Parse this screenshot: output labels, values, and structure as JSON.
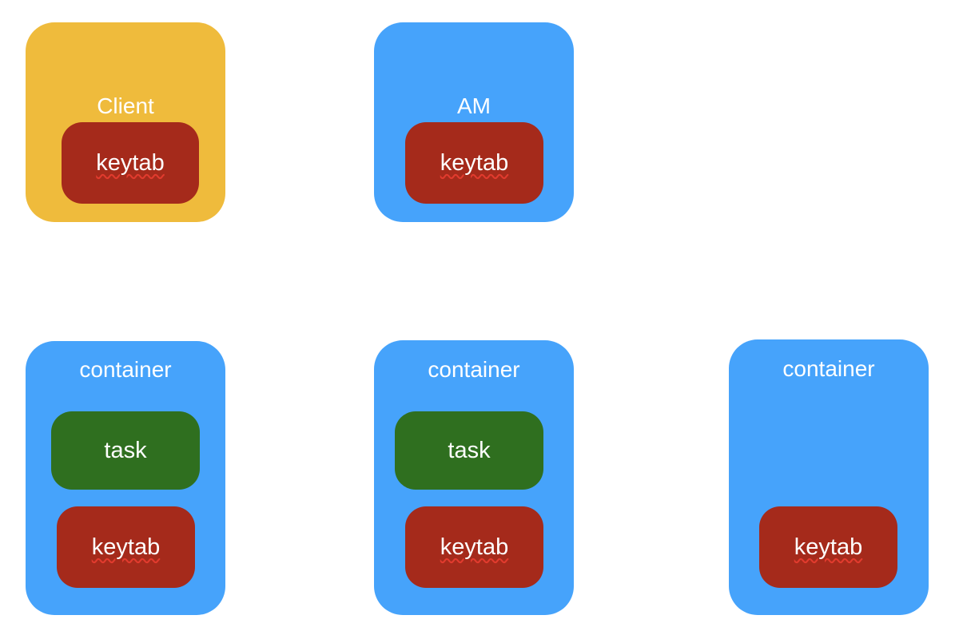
{
  "colors": {
    "client_box": "#efbb3c",
    "node_box": "#46a3fb",
    "keytab_chip": "#a52a1b",
    "task_chip": "#2f6f1f",
    "text": "#ffffff"
  },
  "client": {
    "label": "Client",
    "keytab_label": "keytab"
  },
  "am": {
    "label": "AM",
    "keytab_label": "keytab"
  },
  "containers": [
    {
      "label": "container",
      "task_label": "task",
      "keytab_label": "keytab"
    },
    {
      "label": "container",
      "task_label": "task",
      "keytab_label": "keytab"
    },
    {
      "label": "container",
      "keytab_label": "keytab"
    }
  ]
}
